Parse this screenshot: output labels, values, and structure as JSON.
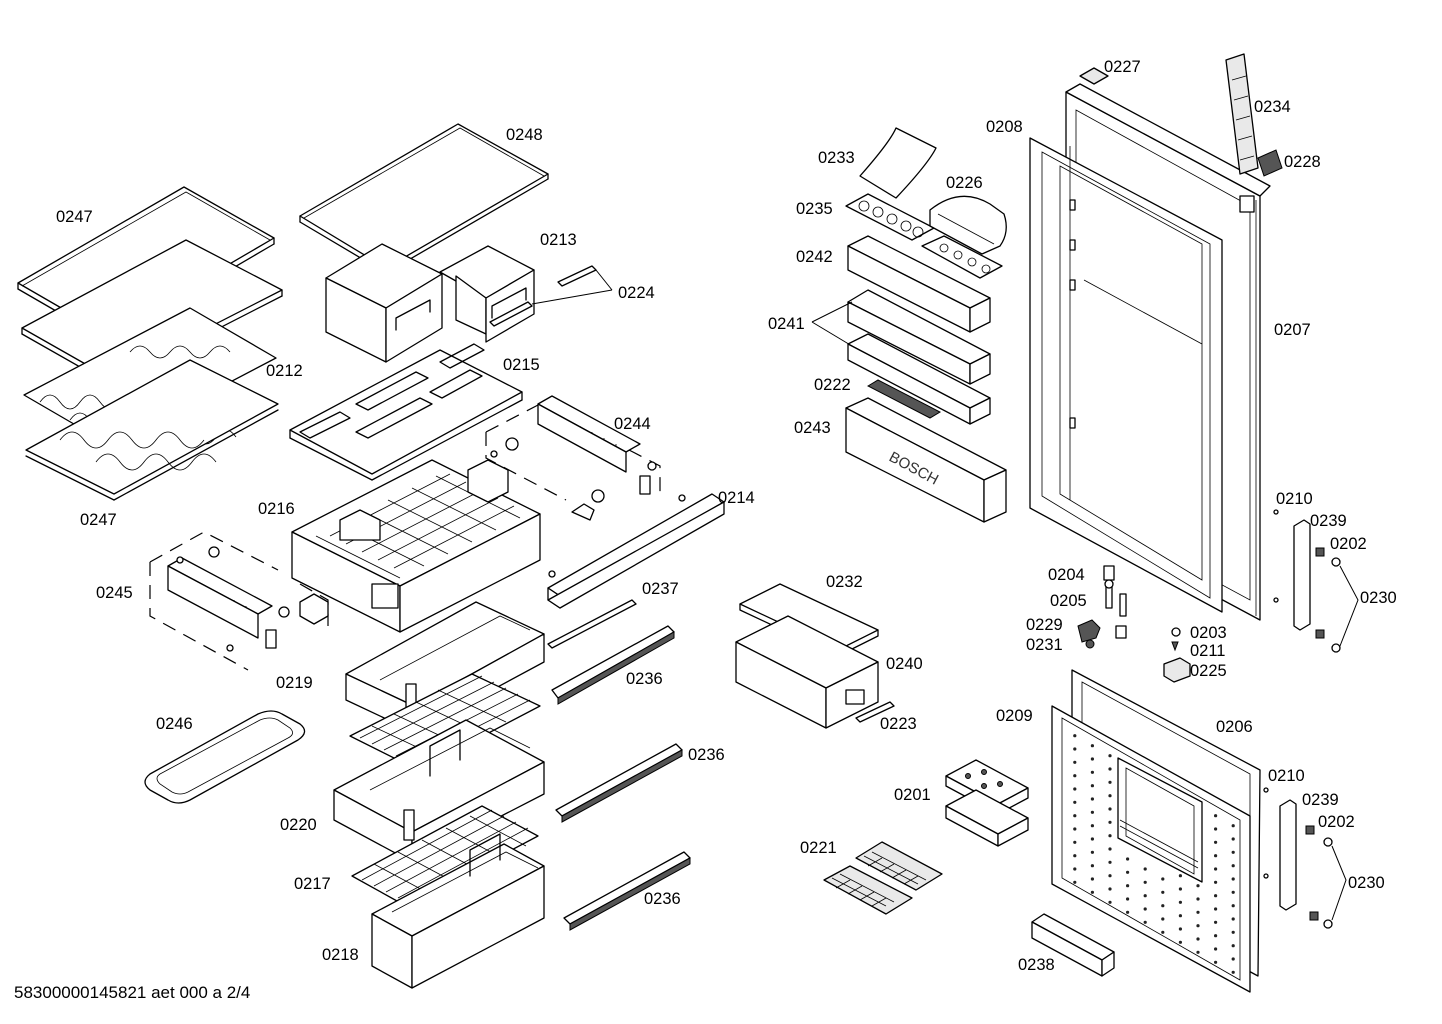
{
  "diagram": {
    "footer": "58300000145821 aet 000 a 2/4",
    "brand_mark": "BOSCH",
    "part_labels": {
      "p0201": "0201",
      "p0202a": "0202",
      "p0202b": "0202",
      "p0203": "0203",
      "p0204": "0204",
      "p0205": "0205",
      "p0206": "0206",
      "p0207": "0207",
      "p0208": "0208",
      "p0209": "0209",
      "p0210a": "0210",
      "p0210b": "0210",
      "p0211": "0211",
      "p0212": "0212",
      "p0213": "0213",
      "p0214": "0214",
      "p0215": "0215",
      "p0216": "0216",
      "p0217": "0217",
      "p0218": "0218",
      "p0219": "0219",
      "p0220": "0220",
      "p0221": "0221",
      "p0222": "0222",
      "p0223": "0223",
      "p0224": "0224",
      "p0225": "0225",
      "p0226": "0226",
      "p0227": "0227",
      "p0228": "0228",
      "p0229": "0229",
      "p0230a": "0230",
      "p0230b": "0230",
      "p0231": "0231",
      "p0232": "0232",
      "p0233": "0233",
      "p0234": "0234",
      "p0235": "0235",
      "p0236a": "0236",
      "p0236b": "0236",
      "p0236c": "0236",
      "p0237": "0237",
      "p0238": "0238",
      "p0239a": "0239",
      "p0239b": "0239",
      "p0240": "0240",
      "p0241": "0241",
      "p0242": "0242",
      "p0243": "0243",
      "p0244": "0244",
      "p0245": "0245",
      "p0246": "0246",
      "p0247a": "0247",
      "p0247b": "0247",
      "p0248": "0248"
    }
  }
}
